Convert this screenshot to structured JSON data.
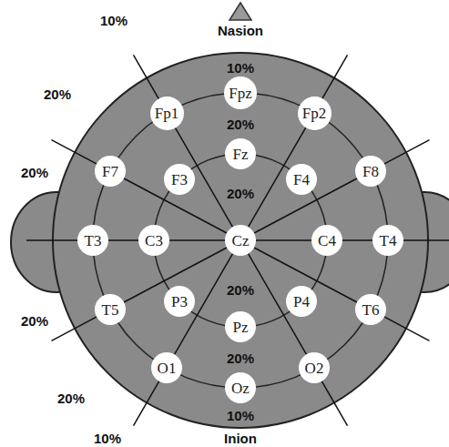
{
  "diagram": {
    "nodes": [
      {
        "text": [
          "Fp1"
        ]
      },
      {
        "text": [
          "Fpz"
        ]
      },
      {
        "text": [
          "Fp2"
        ]
      },
      {
        "text": [
          "F7"
        ]
      },
      {
        "text": [
          "F3"
        ]
      },
      {
        "text": [
          "Fz"
        ]
      },
      {
        "text": [
          "F4"
        ]
      },
      {
        "text": [
          "F8"
        ]
      },
      {
        "text": [
          "T3"
        ]
      },
      {
        "text": [
          "C3"
        ]
      },
      {
        "text": [
          "Cz"
        ]
      },
      {
        "text": [
          "C4"
        ]
      },
      {
        "text": [
          "T4"
        ]
      },
      {
        "text": [
          "T5"
        ]
      },
      {
        "text": [
          "P3"
        ]
      },
      {
        "text": [
          "Pz"
        ]
      },
      {
        "text": [
          "P4"
        ]
      },
      {
        "text": [
          "T6"
        ]
      },
      {
        "text": [
          "O1"
        ]
      },
      {
        "text": [
          "Oz"
        ]
      },
      {
        "text": [
          "O2"
        ]
      }
    ],
    "edges": [
      {
        "from": 10,
        "to": 0,
        "arrow": "none"
      },
      {
        "from": 10,
        "to": 3,
        "arrow": "none"
      },
      {
        "from": 10,
        "to": 9,
        "arrow": "none"
      },
      {
        "from": 9,
        "to": 8,
        "arrow": "none"
      },
      {
        "from": 10,
        "to": 13,
        "arrow": "none"
      },
      {
        "from": 10,
        "to": 18,
        "arrow": "none"
      },
      {
        "from": 10,
        "to": 2,
        "arrow": "none"
      },
      {
        "from": 10,
        "to": 7,
        "arrow": "none"
      },
      {
        "from": 10,
        "to": 11,
        "arrow": "none"
      },
      {
        "from": 11,
        "to": 12,
        "arrow": "none"
      },
      {
        "from": 10,
        "to": 17,
        "arrow": "none"
      },
      {
        "from": 10,
        "to": 20,
        "arrow": "none"
      }
    ],
    "labels": [
      "10%",
      "Nasion",
      "10%",
      "20%",
      "20%",
      "20%",
      "20%",
      "20%",
      "20%",
      "20%",
      "20%",
      "10%",
      "10%",
      "Inion"
    ]
  }
}
